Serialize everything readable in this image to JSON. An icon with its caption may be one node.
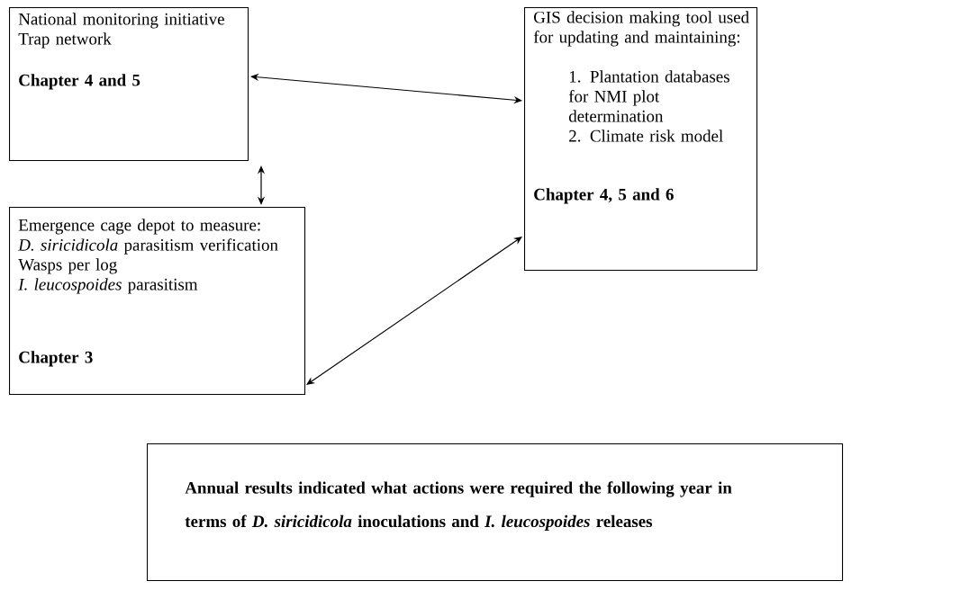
{
  "diagram": {
    "nodes": [
      {
        "text": [
          "National monitoring initiative",
          "Trap network",
          "Chapter 4 and 5"
        ]
      },
      {
        "text": [
          "GIS decision making tool used for updating and maintaining:",
          "1. Plantation databases for NMI plot determination",
          "2. Climate risk model",
          "Chapter 4, 5 and 6"
        ]
      },
      {
        "text": [
          "Emergence cage depot to measure:",
          "*D. siricidicola* parasitism verification",
          "Wasps per log",
          "*I. leucospoides* parasitism",
          "Chapter 3"
        ]
      },
      {
        "text": [
          "Annual results indicated what actions were required the following year in terms of *D. siricidicola* inoculations and *I. leucospoides* releases"
        ]
      }
    ],
    "edges": [
      {
        "from": 0,
        "to": 1,
        "arrow": "both"
      },
      {
        "from": 0,
        "to": 2,
        "arrow": "both"
      },
      {
        "from": 2,
        "to": 1,
        "arrow": "both"
      }
    ]
  }
}
